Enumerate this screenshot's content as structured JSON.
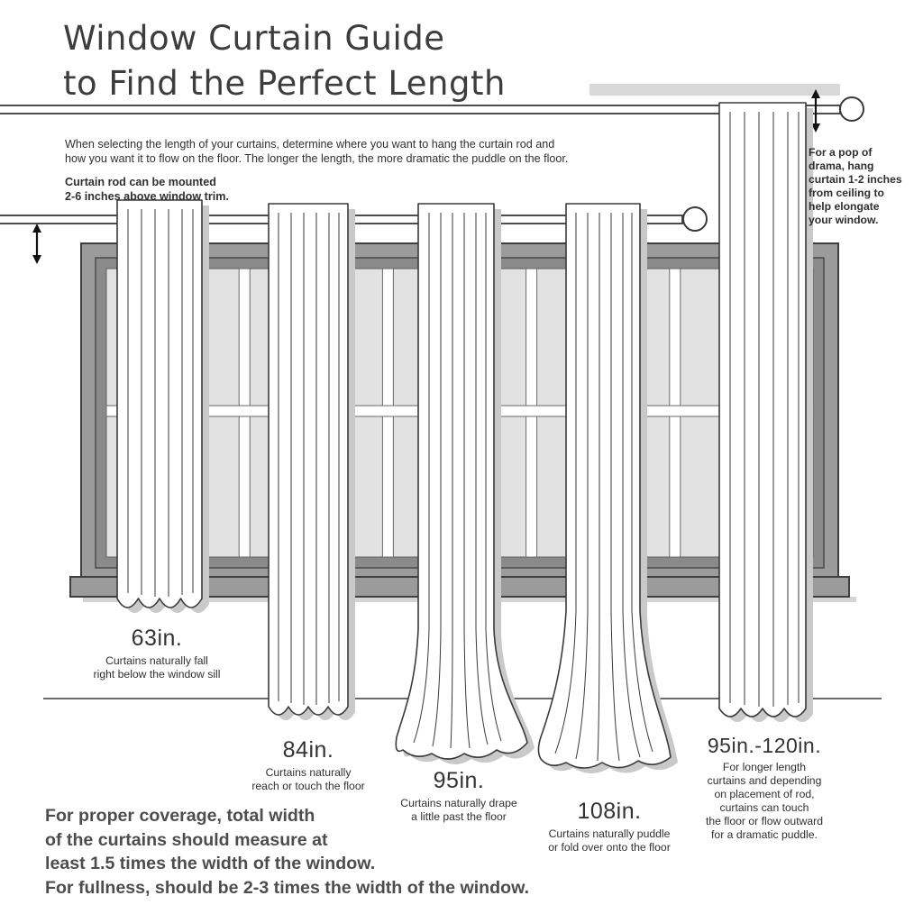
{
  "title": "Window Curtain Guide\nto Find the Perfect Length",
  "intro": "When selecting the length of your curtains, determine where you want to hang the curtain rod and\nhow you want it to flow on the floor. The longer the length, the more dramatic the puddle on the floor.",
  "rod_note": "Curtain rod can be mounted\n2-6 inches above window trim.",
  "drama_note": "For a pop of\ndrama, hang\ncurtain 1-2 inches\nfrom ceiling to\nhelp elongate\nyour window.",
  "coverage_note": "For proper coverage, total width\nof the curtains should measure at\nleast 1.5 times the width of the window.\nFor fullness, should be 2-3 times the width of the window.",
  "curtains": [
    {
      "length": "63in.",
      "description": "Curtains naturally fall\nright below the window sill"
    },
    {
      "length": "84in.",
      "description": "Curtains naturally\nreach or touch the floor"
    },
    {
      "length": "95in.",
      "description": "Curtains naturally drape\na little past the floor"
    },
    {
      "length": "108in.",
      "description": "Curtains naturally puddle\nor fold over onto the floor"
    },
    {
      "length": "95in.-120in.",
      "description": "For longer length\ncurtains and depending\non placement of rod,\ncurtains can touch\nthe floor or flow outward\nfor a dramatic puddle."
    }
  ],
  "icons": {
    "mount_height_arrow": "double-headed-vertical-arrow ↕",
    "ceiling_gap_arrow": "double-headed-vertical-arrow ↕"
  },
  "colors": {
    "text": "#2f2f2f",
    "title_text": "#3d3d3d",
    "outline": "#3a3a3a",
    "frame_gray": "#9b9b9b",
    "frame_inner_gray": "#8a8a8a",
    "pane_gray": "#e2e2e2",
    "ceiling_gray": "#d8d8d8",
    "shadow_gray": "#c9c9c9",
    "curtain_white": "#ffffff"
  }
}
